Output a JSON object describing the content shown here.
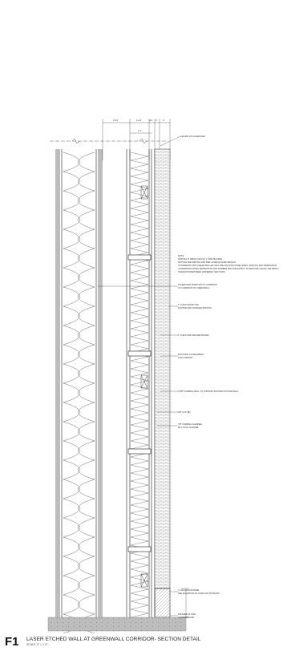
{
  "title": {
    "code": "F1",
    "text": "LASER ETCHED WALL AT GREENWALL CORRIDOR- SECTION DETAIL",
    "scale": "SCALE: 3\" = 1'-0\""
  },
  "dimensions": [
    "4 3/4\"",
    "1 1/2\"",
    "3/4\"",
    "1\"",
    "3\"",
    "1' 2\""
  ],
  "notes": {
    "top": "CEILING AS SCHEDULED",
    "note_header": "NOTE:",
    "note_lines": [
      "TESTING IT WRITE CAN GO 1\" MDF BACKER",
      "SETTING AND BRUTAL MDF PER LASER ETCHED DESIGN",
      "COORDINATE WITH SELECTED LED GEO PRE ROUTING PANEL SIZES, SPACING AND DIMENSIONS",
      "COORDINATE PANEL SEPARATION AND NUMBER WITH ARCHITECT TO PROVIDE CLEAN LINE WIDTH",
      "TRANSITION BETWEEN DIFFERENT SECTIONS"
    ],
    "callouts": [
      [
        "SCHEDULED PARTITION AT CORRIDOR",
        "OF CORRIDOR OF GREENWALL"
      ],
      [
        "1\" THICK WHITE OAK",
        "ROUTED AND FINISHED SMOOTH"
      ],
      [
        "1\" THICK MDF BACKER BOARD"
      ],
      [
        "BLOCKING AS REQUIRED",
        "FOR SUPPORT"
      ],
      [
        "3 5/8\" FURRING WALL TO SUPPORT ROUTED FIXTURE WALL"
      ],
      [
        "3/8\" GYP. BD."
      ],
      [
        "7/8\" FURRING CHANNEL",
        "MTL STUD CHANNEL"
      ],
      [
        "4\" HIGH WOOD BASE",
        "SEE ELEVATION AS CASE FOR FINISHING"
      ],
      [
        "FINISHED FLOOR",
        "AS SCHEDULED"
      ]
    ]
  },
  "colors": {
    "line": "#222222",
    "note": "#333333",
    "hatch": "#888888",
    "slab": "#bdbdbd"
  }
}
